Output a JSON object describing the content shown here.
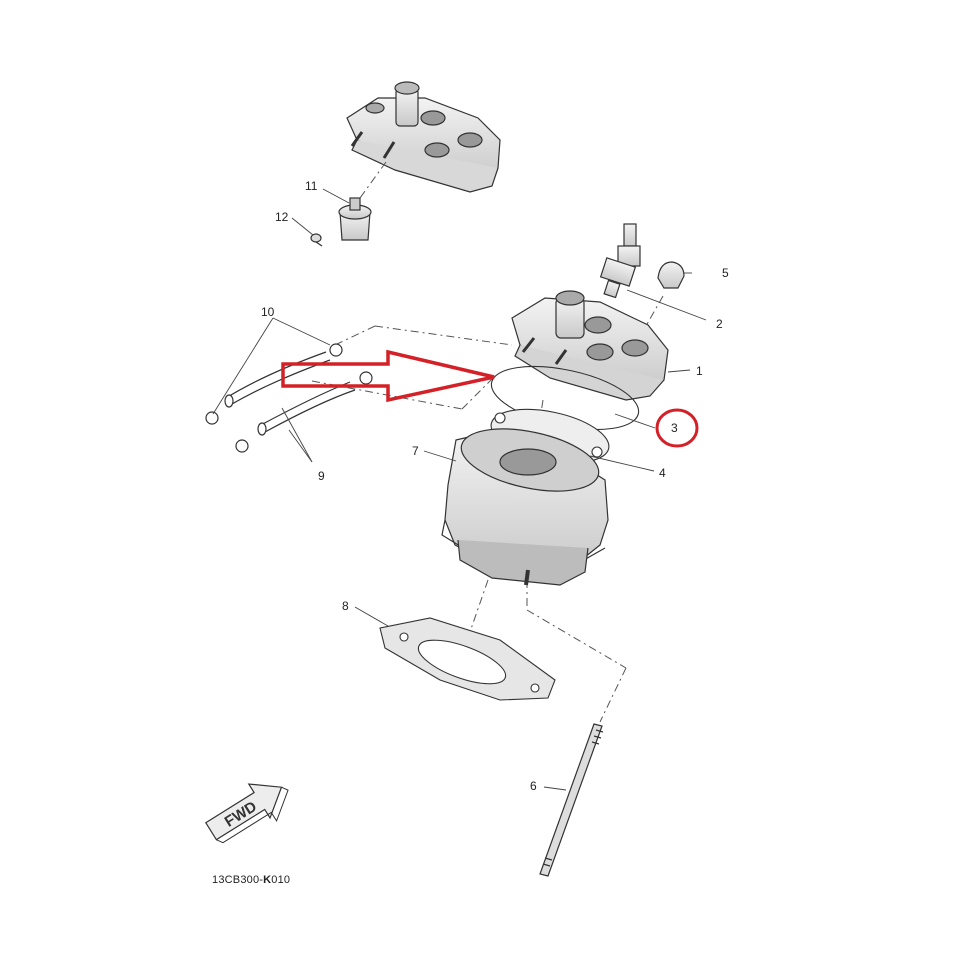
{
  "callouts": {
    "c1": "1",
    "c2": "2",
    "c3": "3",
    "c4": "4",
    "c5": "5",
    "c6": "6",
    "c7": "7",
    "c8": "8",
    "c9": "9",
    "c10": "10",
    "c11": "11",
    "c12": "12"
  },
  "fwd_label": "FWD",
  "diagram_ref": {
    "prefix": "13C",
    "middle": "B300-",
    "bold": "K",
    "suffix": "010"
  },
  "colors": {
    "highlight": "#d42027",
    "line": "#333333",
    "part_fill": "#e8e8e8"
  },
  "highlighted_part": "3"
}
